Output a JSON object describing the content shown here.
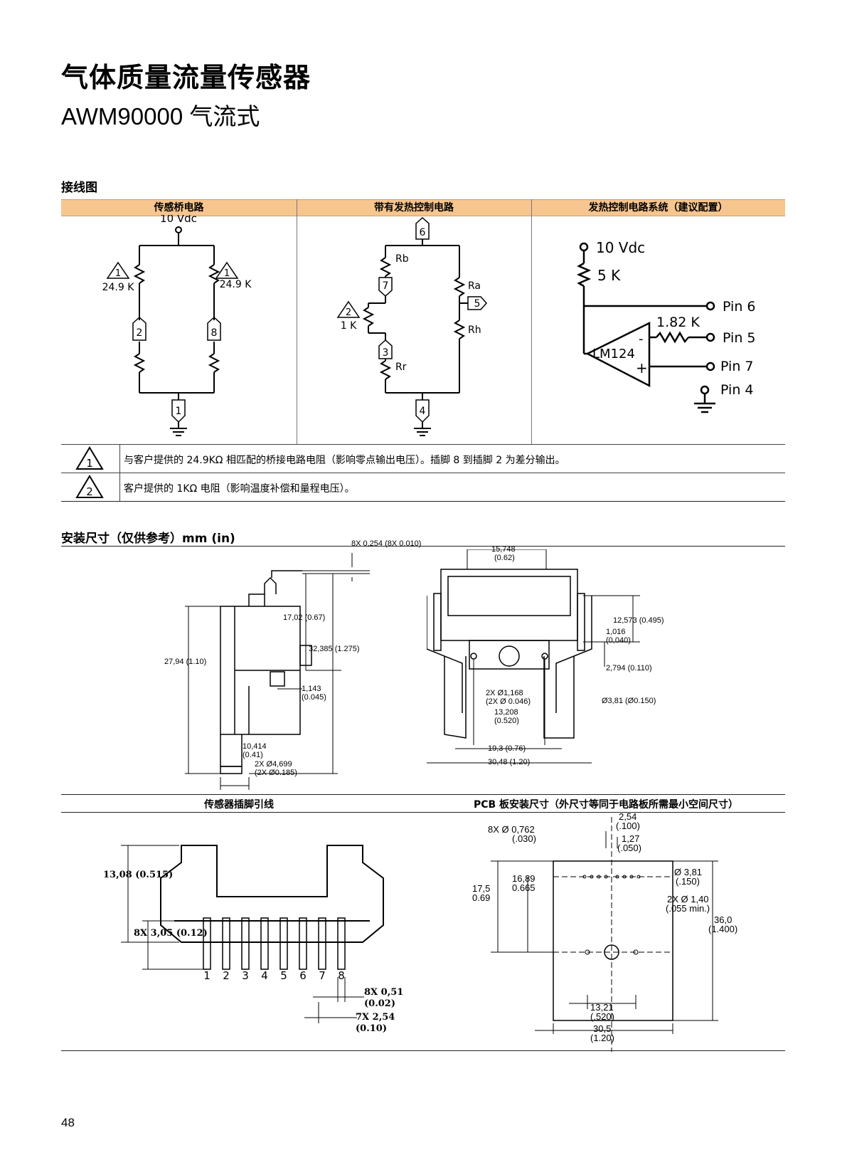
{
  "header": {
    "title": "气体质量流量传感器",
    "subtitle": "AWM90000 气流式"
  },
  "wiring": {
    "section_title": "接线图",
    "columns": [
      "传感桥电路",
      "带有发热控制电路",
      "发热控制电路系统（建议配置）"
    ],
    "bridge": {
      "supply": "10 Vdc",
      "r_left": "24.9 K",
      "r_right": "24.9 K",
      "pins": [
        "2",
        "8",
        "1"
      ],
      "note_mark": "1"
    },
    "heater": {
      "pins": [
        "6",
        "7",
        "5",
        "3",
        "4"
      ],
      "rb": "Rb",
      "ra": "Ra",
      "rh": "Rh",
      "rr": "Rr",
      "r1k": "1 K",
      "note_mark": "2"
    },
    "system": {
      "supply": "10 Vdc",
      "r5k": "5 K",
      "r182": "1.82 K",
      "opamp": "LM124",
      "minus": "-",
      "plus": "+",
      "pin6": "Pin 6",
      "pin5": "Pin 5",
      "pin7": "Pin 7",
      "pin4": "Pin 4"
    },
    "notes": [
      {
        "mark": "1",
        "text": "与客户提供的 24.9KΩ 相匹配的桥接电路电阻（影响零点输出电压）。插脚 8 到插脚 2 为差分输出。"
      },
      {
        "mark": "2",
        "text": "客户提供的 1KΩ 电阻（影响温度补偿和量程电压）。"
      }
    ]
  },
  "mounting": {
    "section_title": "安装尺寸（仅供参考）mm (in)",
    "side": {
      "d_lead": "8X 0,254 (8X 0.010)",
      "d_1702": "17,02 (0.67)",
      "d_32385": "32,385 (1.275)",
      "d_2794": "27,94 (1.10)",
      "d_1143a": "1,143",
      "d_1143b": "(0.045)",
      "d_10414a": "10,414",
      "d_10414b": "(0.41)",
      "d_4699a": "2X Ø4,699",
      "d_4699b": "(2X Ø0.185)"
    },
    "front": {
      "d_15748a": "15,748",
      "d_15748b": "(0.62)",
      "d_12573": "12,573 (0.495)",
      "d_1016a": "1,016",
      "d_1016b": "(0,040)",
      "d_2794": "2,794 (0.110)",
      "d_1168a": "2X Ø1,168",
      "d_1168b": "(2X Ø 0.046)",
      "d_381": "Ø3,81 (Ø0.150)",
      "d_13208a": "13,208",
      "d_13208b": "(0.520)",
      "d_193": "19,3 (0.76)",
      "d_3048": "30,48 (1.20)"
    }
  },
  "bottom": {
    "left_title": "传感器插脚引线",
    "right_title": "PCB 板安装尺寸（外尺寸等同于电路板所需最小空间尺寸）",
    "pinout": {
      "d_height": "13,08 (0.515)",
      "d_pinlen": "8X 3,05 (0.12)",
      "pins": [
        "1",
        "2",
        "3",
        "4",
        "5",
        "6",
        "7",
        "8"
      ],
      "d_width_a": "8X 0,51",
      "d_width_b": "(0.02)",
      "d_pitch_a": "7X 2,54",
      "d_pitch_b": "(0.10)"
    },
    "pcb": {
      "d_254a": "2,54",
      "d_254b": "(.100)",
      "d_0762a": "8X Ø 0,762",
      "d_0762b": "(.030)",
      "d_127a": "1,27",
      "d_127b": "(.050)",
      "d_175a": "17,5",
      "d_175b": "0.69",
      "d_1689a": "16,89",
      "d_1689b": "0.665",
      "d_381a": "Ø 3,81",
      "d_381b": "(.150)",
      "d_140a": "2X Ø 1,40",
      "d_140b": "(.055 min.)",
      "d_360a": "36,0",
      "d_360b": "(1.400)",
      "d_1321a": "13,21",
      "d_1321b": "(.520)",
      "d_305a": "30,5",
      "d_305b": "(1.20)"
    }
  },
  "page_number": "48"
}
